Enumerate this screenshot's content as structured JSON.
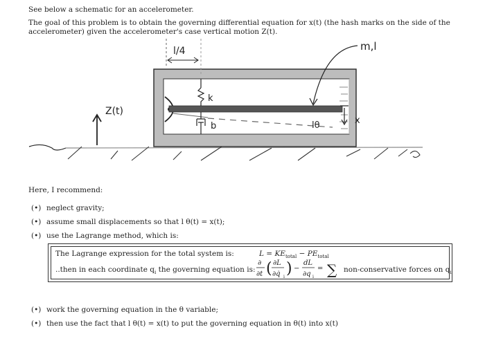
{
  "intro": "See below a schematic for an accelerometer.",
  "goal": "The goal of this problem is to obtain the governing differential equation  for x(t) (the hash marks on the side of the accelerometer) given the accelerometer's case vertical motion Z(t).",
  "sketch": {
    "label_l4": "l/4",
    "label_ml": "m,l",
    "label_k": "k",
    "label_b": "b",
    "label_theta": "lθ",
    "label_x": "x",
    "label_z": "Z(t)"
  },
  "recommend": "Here, I recommend:",
  "bullets": [
    "neglect gravity;",
    "assume small displacements so that l θ(t) = x(t);",
    "use the Lagrange method, which is:"
  ],
  "box": {
    "line1_text": "The Lagrange expression for the total system is:",
    "line1_eq": "L = KE",
    "line1_sub1": "total",
    "line1_eq2": " − PE",
    "line1_sub2": "total",
    "line2_text": "..then in each coordinate q",
    "line2_sub": "i",
    "line2_text2": " the governing equation is:",
    "line2_rhs": "non-conservative forces on q",
    "line2_rhs_sub": "i"
  },
  "bullets2": [
    "work the governing equation in the θ variable;",
    "then use the fact that l θ(t) = x(t) to put the governing equation in θ(t) into x(t)"
  ]
}
